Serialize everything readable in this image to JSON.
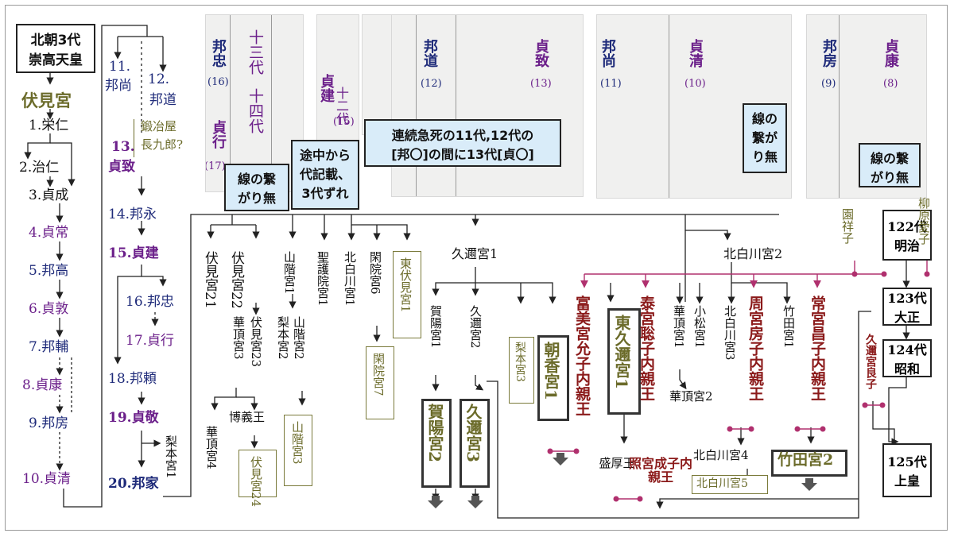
{
  "top_box": {
    "line1": "北朝3代",
    "line2": "崇高天皇"
  },
  "left_col": {
    "heading": "伏見宮",
    "items": [
      "1.栄仁",
      "2.治仁",
      "3.貞成",
      "4.貞常",
      "5.邦高",
      "6.貞敦",
      "7.邦輔",
      "8.貞康",
      "9.邦房",
      "10.貞清"
    ]
  },
  "mid_col": {
    "n11": "11.",
    "n11b": "邦尚",
    "n12": "12.",
    "n12b": "邦道",
    "bracket": [
      "鍛冶屋",
      "長九郎?"
    ],
    "n13": "13.",
    "n13b": "貞致",
    "items": [
      "14.邦永",
      "15.貞建",
      "16.邦忠",
      "17.貞行",
      "18.邦頼",
      "19.貞敬",
      "20.邦家"
    ],
    "nashimoto": "梨本宮1"
  },
  "docs": {
    "d1": {
      "l1": "邦忠",
      "n1": "(16)",
      "era1": "十三代",
      "era2": "十四代",
      "l2": "貞行",
      "n2": "(17)"
    },
    "d2": {
      "era": "十二代",
      "l": "貞建",
      "n": "(15)"
    },
    "d3": {
      "l1": "邦道",
      "n1": "(12)",
      "l2": "貞致",
      "n2": "(13)"
    },
    "d4": {
      "l1": "邦尚",
      "n1": "(11)",
      "l2": "貞清",
      "n2": "(10)"
    },
    "d5": {
      "l1": "邦房",
      "n1": "(9)",
      "l2": "貞康",
      "n2": "(8)"
    }
  },
  "callouts": {
    "c1": [
      "線の繋",
      "がり無"
    ],
    "c2": [
      "途中から",
      "代記載、",
      "3代ずれ"
    ],
    "c3": [
      "連続急死の11代,12代の",
      "[邦〇]の間に13代[貞〇]"
    ],
    "c4": [
      "線の",
      "繋が",
      "り無"
    ],
    "c5": [
      "線の繋",
      "がり無"
    ]
  },
  "branches": {
    "fushimi21": "伏見宮21",
    "fushimi22": "伏見宮22",
    "kacho3": "華頂宮3",
    "fushimi23": "伏見宮23",
    "kacho4": "華頂宮4",
    "hiroyoshi": "博義王",
    "fushimi24": "伏見宮24",
    "yamashina1": "山階宮1",
    "nashimoto2": "梨本宮2",
    "yamashina2": "山階宮2",
    "yamashina3": "山階宮3",
    "shogoin1": "聖護院宮1",
    "kitashira1": "北白川宮1",
    "kanin6": "閑院宮6",
    "kanin7": "閑院宮7",
    "higashifushimi1": "東伏見宮1"
  },
  "kuni": {
    "kuni1": "久邇宮1",
    "kaya1": "賀陽宮1",
    "kuni2": "久邇宮2",
    "nashimoto3": "梨本宮3",
    "asaka1": "朝香宮1",
    "tomi": "富美宮允子内親王",
    "higashikuni1": "東久邇宮1",
    "yasu": "泰宮聡子内親王",
    "kaya2": "賀陽宮2",
    "kuni3": "久邇宮3",
    "morihiro": "盛厚王",
    "teru": "照宮成子内親王"
  },
  "kita": {
    "kitashira2": "北白川宮2",
    "kacho1": "華頂宮1",
    "komatsu1": "小松宮1",
    "kitashira3": "北白川宮3",
    "takeda1": "竹田宮1",
    "kacho2": "華頂宮2",
    "kane": "周宮房子内親王",
    "tsune": "常宮昌子内親王",
    "kitashira4": "北白川宮4",
    "kitashira5": "北白川宮5",
    "takeda2": "竹田宮2"
  },
  "imperial": {
    "meiji": [
      "122代",
      "明治"
    ],
    "taisho": [
      "123代",
      "大正"
    ],
    "showa": [
      "124代",
      "昭和"
    ],
    "jokou": [
      "125代",
      "上皇"
    ],
    "sachiko": "園祥子",
    "naruko": "柳原愛子",
    "nagako": "久邇宮良子"
  },
  "colors": {
    "navy": "#1f2b7a",
    "purple": "#6b1f8a",
    "gold": "#6b6b2a",
    "darkred": "#8b1a1a",
    "magenta": "#b0306e",
    "callout": "#d9ecf9"
  }
}
